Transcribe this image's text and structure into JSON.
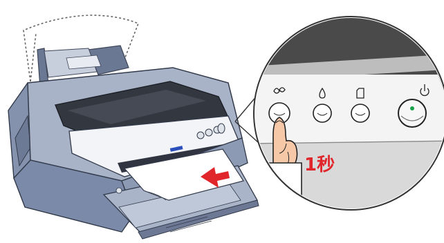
{
  "callout": {
    "duration_label": "1秒"
  },
  "colors": {
    "printer_body": "#7b8aa8",
    "printer_body_light": "#aab4c8",
    "printer_top": "#33373f",
    "panel_upper": "#4a4a4a",
    "panel_lower": "#e9e9e9",
    "panel_bezel": "#888888",
    "paper": "#ffffff",
    "arrow_red": "#e0252b",
    "led_green": "#1aa04a"
  },
  "icons": {
    "printer": "printer-illustration",
    "paper_support": "paper-support-outline",
    "paper_feed_arrow": "paper-feed-arrow",
    "zoom_callout": "control-panel-zoom",
    "cleaning_icon": "ink-cleaning-icon",
    "ink_icon": "ink-drop-icon",
    "paper_icon": "paper-icon",
    "power_icon": "power-icon",
    "hand": "pressing-finger"
  }
}
